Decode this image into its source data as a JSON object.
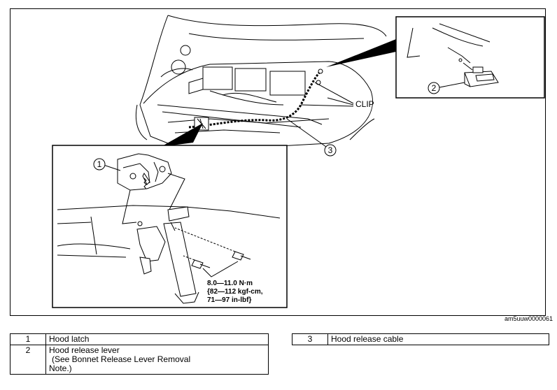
{
  "diagram": {
    "callouts": {
      "latch_number": "1",
      "lever_number": "2",
      "cable_number": "3",
      "clip_label": "CLIP"
    },
    "torque": {
      "line1": "8.0—11.0 N·m",
      "line2": "{82—112 kgf-cm,",
      "line3": "71—97 in-lbf}"
    },
    "figure_code": "am5uuw0000061"
  },
  "legend": {
    "left": [
      {
        "num": "1",
        "text": "Hood latch"
      },
      {
        "num": "2",
        "text": "Hood release lever",
        "note_line1": "(See Bonnet Release Lever Removal",
        "note_line2": "Note.)"
      }
    ],
    "right": [
      {
        "num": "3",
        "text": "Hood release cable"
      }
    ]
  }
}
